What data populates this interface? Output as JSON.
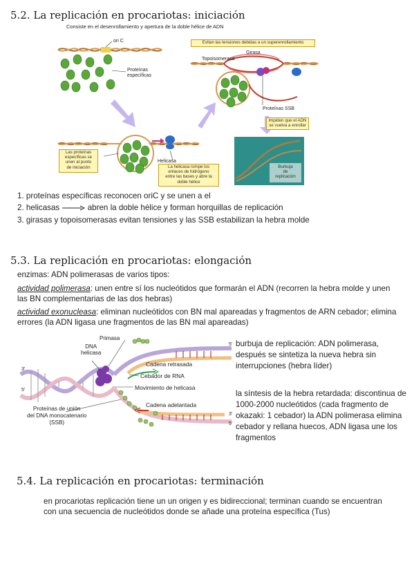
{
  "s52": {
    "heading": "5.2. La replicación en procariotas: iniciación",
    "fig_caption": "Consiste en el desenrollamiento y apertura de la doble hélice de ADN",
    "fig": {
      "oric": "ori C",
      "proteins": [
        "Proteínas",
        "específicas"
      ],
      "box_left": [
        "Las proteínas",
        "específicas se",
        "unen al punto",
        "de iniciación"
      ],
      "helicase": "Helicasa",
      "box_helicase": [
        "La helicasa rompe los",
        "enlaces de hidrógeno",
        "entre las bases y abre la",
        "doble hélice"
      ],
      "box_top": "Evitan las tensiones debidas a un superenrollamiento",
      "gyrase": "Girasa",
      "topo": "Topoisomerasa",
      "ssb": "Proteínas SSB",
      "box_ssb": [
        "Impiden que el ADN",
        "se vuelva a enrollar"
      ],
      "photo": [
        "Burbuja",
        "de",
        "replicación"
      ]
    },
    "items": [
      "1. proteínas específicas reconocen oriC y se unen a el",
      "2. helicasas",
      "abren la doble hélice y forman horquillas de replicación",
      "3. girasas y topoisomerasas evitan tensiones y las SSB estabilizan la hebra molde"
    ]
  },
  "s53": {
    "heading": "5.3. La replicación en procariotas: elongación",
    "intro": "enzimas: ADN polimerasas de varios tipos:",
    "pol_label": "actividad polimerasa",
    "pol_text": ": unen entre sí los nucleótidos que formarán el ADN (recorren la hebra molde y unen las BN complementarias de las dos hebras)",
    "exo_label": "actividad exonucleasa",
    "exo_text": ": eliminan nucleótidos con BN mal apareadas y fragmentos de ARN cebador; elimina errores (la ADN ligasa une fragmentos de las BN mal apareadas)",
    "fig": {
      "primasa": "Primasa",
      "dna_helicasa": [
        "DNA",
        "helicasa"
      ],
      "retrasada": "Cadena retrasada",
      "cebador": "Cebador de RNA",
      "movimiento": "Movimiento de helicasa",
      "adelantada": "Cadena adelantada",
      "ssb": [
        "Proteínas de unión",
        "del DNA monocatenario",
        "(SSB)"
      ],
      "p3a": "3'",
      "p5a": "5'",
      "p5b": "5'",
      "p3b": "3'",
      "p5c": "5'"
    },
    "burbuja": "burbuja de replicación: ADN polimerasa, después se sintetiza la nueva hebra sin interrupciones (hebra líder)",
    "retardada": "la síntesis de la hebra retardada: discontinua de 1000-2000 nucleótidos (cada fragmento de okazaki: 1 cebador) la ADN polimerasa elimina cebador y rellana huecos, ADN ligasa une los fragmentos"
  },
  "s54": {
    "heading": "5.4. La replicación en procariotas: terminación",
    "text": "en procariotas replicación tiene un un origen y es bidireccional; terminan cuando se encuentran con una secuencia de nucleótidos donde se añade una proteína específica (Tus)"
  }
}
